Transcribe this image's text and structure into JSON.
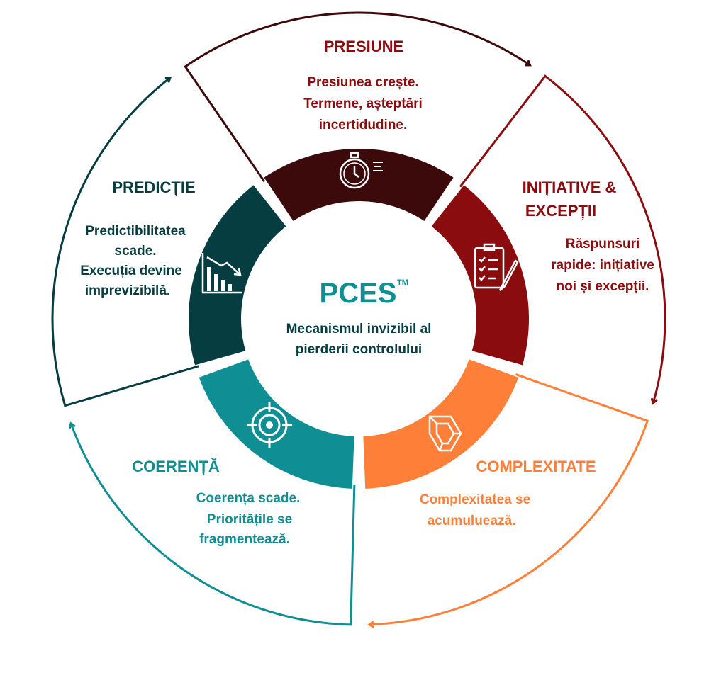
{
  "colors": {
    "presiune": "#3d0a0b",
    "initiative": "#8b0c0e",
    "complexitate": "#fd7f38",
    "coerenta": "#0f8e94",
    "predictie": "#053d40",
    "presiune_text": "#8b0c0e"
  },
  "center": {
    "title": "PCES",
    "trademark": "TM",
    "subtitle_lines": [
      "Mecanismul invizibil al",
      "pierderii controlului"
    ]
  },
  "sections": {
    "presiune": {
      "title": "PRESIUNE",
      "lines": [
        "Presiunea crește.",
        "Termene, așteptări",
        "incertidudine."
      ],
      "icon": "stopwatch-icon"
    },
    "initiative": {
      "title_lines": [
        "INIȚIATIVE &",
        "EXCEPȚII"
      ],
      "lines": [
        "Răspunsuri",
        "rapide: inițiative",
        "noi și excepții."
      ],
      "icon": "clipboard-checklist-icon"
    },
    "complexitate": {
      "title": "COMPLEXITATE",
      "lines": [
        "Complexitatea se",
        "acumuluează."
      ],
      "icon": "impossible-triangle-icon"
    },
    "coerenta": {
      "title": "COERENȚĂ",
      "lines": [
        "Coerența scade.",
        "Prioritățile se",
        "fragmentează."
      ],
      "icon": "target-icon"
    },
    "predictie": {
      "title": "PREDICȚIE",
      "lines": [
        "Predictibilitatea",
        "scade.",
        "Execuția devine",
        "imprevizibilă."
      ],
      "icon": "declining-chart-icon"
    }
  }
}
